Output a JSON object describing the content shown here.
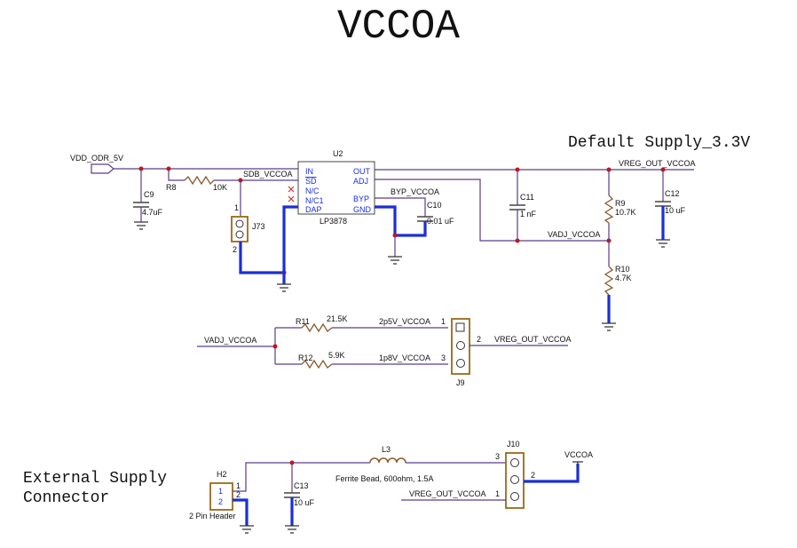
{
  "title": "VCCOA",
  "notes": {
    "default_supply": "Default Supply_3.3V",
    "external_supply": "External Supply\nConnector"
  },
  "nets": {
    "vdd_odr": "VDD_ODR_5V",
    "sdb": "SDB_VCCOA",
    "byp": "BYP_VCCOA",
    "vreg_out_1": "VREG_OUT_VCCOA",
    "vadj_1": "VADJ_VCCOA",
    "vadj_2": "VADJ_VCCOA",
    "p2v5": "2p5V_VCCOA",
    "p1v8": "1p8V_VCCOA",
    "vreg_out_2": "VREG_OUT_VCCOA",
    "vreg_out_3": "VREG_OUT_VCCOA",
    "vccoa": "VCCOA"
  },
  "parts": {
    "r8": {
      "ref": "R8",
      "value": "10K"
    },
    "c9": {
      "ref": "C9",
      "value": "4.7uF"
    },
    "j73": {
      "ref": "J73",
      "pin1": "1",
      "pin2": "2"
    },
    "u2": {
      "ref": "U2",
      "name": "LP3878",
      "pins_left": [
        "IN",
        "SD",
        "N/C",
        "N/C1",
        "DAP"
      ],
      "pins_right": [
        "OUT",
        "ADJ",
        "BYP",
        "GND"
      ]
    },
    "c10": {
      "ref": "C10",
      "value": "0.01 uF"
    },
    "c11": {
      "ref": "C11",
      "value": "1 nF"
    },
    "r9": {
      "ref": "R9",
      "value": "10.7K"
    },
    "r10": {
      "ref": "R10",
      "value": "4.7K"
    },
    "c12": {
      "ref": "C12",
      "value": "10 uF"
    },
    "r11": {
      "ref": "R11",
      "value": "21.5K"
    },
    "r12": {
      "ref": "R12",
      "value": "5.9K"
    },
    "j9": {
      "ref": "J9",
      "pin1": "1",
      "pin2": "2",
      "pin3": "3"
    },
    "h2": {
      "ref": "H2",
      "pin1": "1",
      "pin2": "2",
      "pin1_right": "1",
      "pin2_right": "2",
      "desc": "2 Pin Header"
    },
    "c13": {
      "ref": "C13",
      "value": "10 uF"
    },
    "l3": {
      "ref": "L3",
      "desc": "Ferrite Bead, 600ohm, 1.5A"
    },
    "j10": {
      "ref": "J10",
      "pin1": "1",
      "pin2": "2",
      "pin3": "3"
    }
  }
}
